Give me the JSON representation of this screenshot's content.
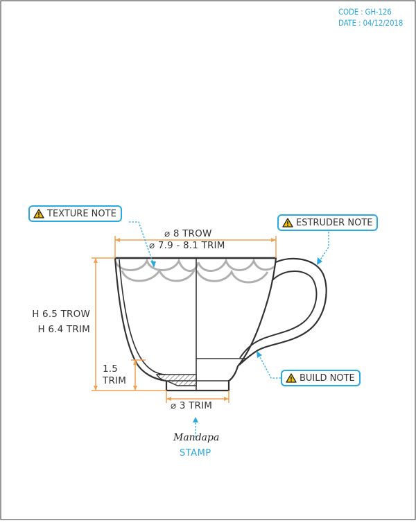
{
  "header": {
    "code": "CODE : GH-126",
    "date": "DATE : 04/12/2018"
  },
  "callouts": {
    "texture": "TEXTURE NOTE",
    "estruder": "ESTRUDER NOTE",
    "build": "BUILD NOTE"
  },
  "dimensions": {
    "diameter_trow": "⌀ 8 TROW",
    "diameter_trim": "⌀ 7.9 - 8.1 TRIM",
    "height_trow": "H 6.5 TROW",
    "height_trim": "H 6.4 TRIM",
    "foot_value": "1.5",
    "foot_trim": "TRIM",
    "base_diameter": "⌀ 3 TRIM"
  },
  "stamp": {
    "logo": "Mandapa",
    "label": "STAMP"
  },
  "colors": {
    "accent": "#2aa8e0",
    "dimension": "#f0a050",
    "outline": "#333333",
    "texture": "#aaaaaa",
    "warning": "#f2c200"
  },
  "icons": [
    "warning-icon",
    "arrow-icon"
  ]
}
